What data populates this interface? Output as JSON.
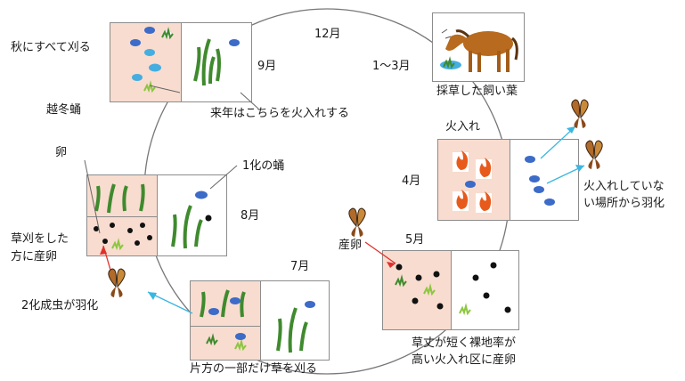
{
  "labels": {
    "autumn_cut": "秋にすべて刈る",
    "overwinter_pupa": "越冬蛹",
    "next_year_burn": "来年はこちらを火入れする",
    "month_dec": "12月",
    "month_sep": "9月",
    "month_jan_mar": "1〜3月",
    "forage": "採草した飼い葉",
    "burning": "火入れ",
    "month_apr": "4月",
    "emerge_unburned": "火入れしていな\nい場所から羽化",
    "egg": "卵",
    "first_gen_pupa": "1化の蛹",
    "month_aug": "8月",
    "lay_on_cut": "草刈をした\n方に産卵",
    "oviposition": "産卵",
    "month_may": "5月",
    "second_gen_emerge": "2化成虫が羽化",
    "month_jul": "7月",
    "cut_part": "片方の一部だけ草を刈る",
    "lay_on_burned": "草丈が短く裸地率が\n高い火入れ区に産卵"
  },
  "colors": {
    "pink_area": "#f8dccf",
    "pupa": "#3c6bc8",
    "pupa_light": "#45aee0",
    "egg": "#111111",
    "grass": "#3f8a2e",
    "grass_light": "#8cc63f",
    "flame": "#e85a1c",
    "arrow_cyan": "#3bb6e0",
    "arrow_red": "#e0302c",
    "circle": "#777777"
  }
}
